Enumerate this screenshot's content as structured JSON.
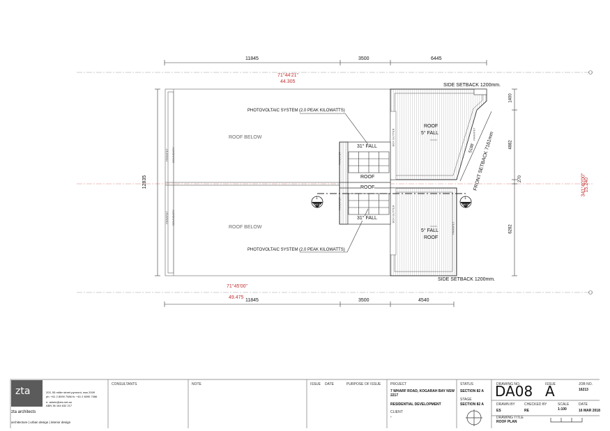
{
  "plan": {
    "top_dims": [
      "11845",
      "3500",
      "6445"
    ],
    "bottom_dims": [
      "11845",
      "3500",
      "4540"
    ],
    "top_bearing": "71°44'21\"",
    "top_distance": "44.305",
    "bottom_bearing": "71°45'00\"",
    "bottom_distance": "49.475",
    "right_bearing": "341°40'00\"",
    "right_distance": "15.240",
    "left_dim": "12835",
    "right_dims": [
      "1400",
      "4882",
      "270",
      "6282"
    ],
    "side_setback": "SIDE SETBACK 1200mm.",
    "front_setback": "FRONT SETBACK 7161mm",
    "diag_dim": "5188",
    "roof_below": "ROOF BELOW",
    "pv_label": "PHOTOVOLTAIC SYSTEM (2.0 PEAK KILOWATTS)",
    "roof": "ROOF",
    "fall_5": "5° FALL",
    "fall_31": "31° FALL",
    "parapet": "PARAPET",
    "boundary": "BOUNDARY",
    "box_gutter": "BOX GUTTER",
    "section_mark": "1",
    "section_ref": "DA13"
  },
  "title_block": {
    "logo_text": "zta",
    "firm": "zta architects",
    "address": "203, 55 miller street pyrmont, nsw 2009",
    "phone": "ph: +61 2 8090 7086  fx: +61 2 8090 7086",
    "email": "e: admin@zta.net.au",
    "abn": "ABN 36 164 632 217",
    "tagline": "architecture | urban design | interior design",
    "consultants_label": "CONSULTANTS",
    "note_label": "NOTE",
    "issue_label": "ISSUE",
    "date_label": "DATE",
    "purpose_label": "PURPOSE OF ISSUE",
    "project_label": "PROJECT",
    "project_address": "7 WHARF ROAD, KOGARAH BAY NSW 2217",
    "project_type": "RESIDENTIAL DEVELOPMENT",
    "client_label": "CLIENT",
    "client_value": "-",
    "status_label": "STATUS",
    "status_value": "SECTION 82 A",
    "stage_label": "STAGE",
    "stage_value": "SECTION 82 A",
    "drawing_no_label": "DRAWING NO.",
    "drawing_no": "DA08",
    "issue_no_label": "ISSUE",
    "issue_no": "A",
    "job_no_label": "JOB NO.",
    "job_no": "16213",
    "drawn_by_label": "DRAWN BY",
    "drawn_by": "ES",
    "checked_by_label": "CHECKED BY",
    "checked_by": "RE",
    "scale_label": "SCALE",
    "scale": "1:100",
    "date_field_label": "DATE",
    "date": "16 MAR 2018",
    "title_label": "DRAWING TITLE",
    "title": "ROOF PLAN"
  }
}
